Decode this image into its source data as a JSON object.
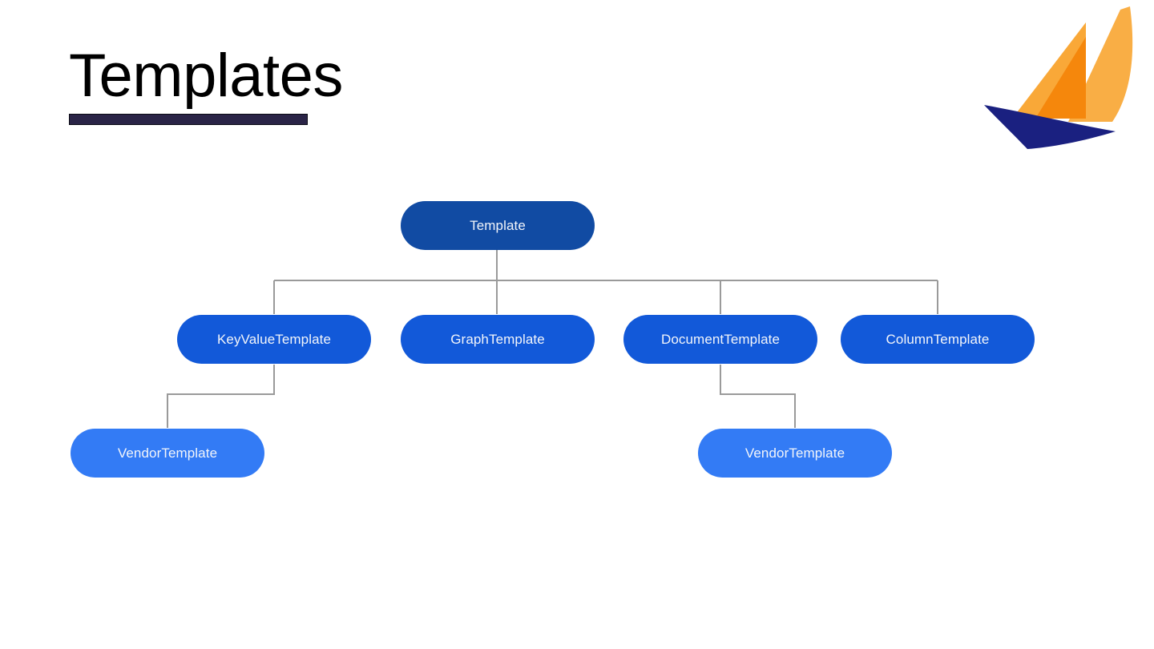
{
  "slide": {
    "title": "Templates",
    "background_color": "#ffffff",
    "title_color": "#000000",
    "underline_color": "#2a2447"
  },
  "logo": {
    "name": "sailboat-logo",
    "sail_light_color": "#f9a838",
    "sail_deep_color": "#f5870c",
    "sail_pale_color": "#f9ae45",
    "hull_color": "#1a2080"
  },
  "diagram": {
    "type": "hierarchy",
    "node_colors": {
      "level_0": "#114ba3",
      "level_1": "#1259d9",
      "level_2": "#337bf5"
    },
    "connector_color": "#9a9a9a",
    "nodes": [
      {
        "id": "template",
        "label": "Template",
        "level": 0
      },
      {
        "id": "keyvaluetemplate",
        "label": "KeyValueTemplate",
        "level": 1
      },
      {
        "id": "graphtemplate",
        "label": "GraphTemplate",
        "level": 1
      },
      {
        "id": "documenttemplate",
        "label": "DocumentTemplate",
        "level": 1
      },
      {
        "id": "columntemplate",
        "label": "ColumnTemplate",
        "level": 1
      },
      {
        "id": "vendortemplate-kv",
        "label": "VendorTemplate",
        "level": 2
      },
      {
        "id": "vendortemplate-doc",
        "label": "VendorTemplate",
        "level": 2
      }
    ],
    "edges": [
      {
        "from": "template",
        "to": "keyvaluetemplate"
      },
      {
        "from": "template",
        "to": "graphtemplate"
      },
      {
        "from": "template",
        "to": "documenttemplate"
      },
      {
        "from": "template",
        "to": "columntemplate"
      },
      {
        "from": "keyvaluetemplate",
        "to": "vendortemplate-kv"
      },
      {
        "from": "documenttemplate",
        "to": "vendortemplate-doc"
      }
    ]
  }
}
